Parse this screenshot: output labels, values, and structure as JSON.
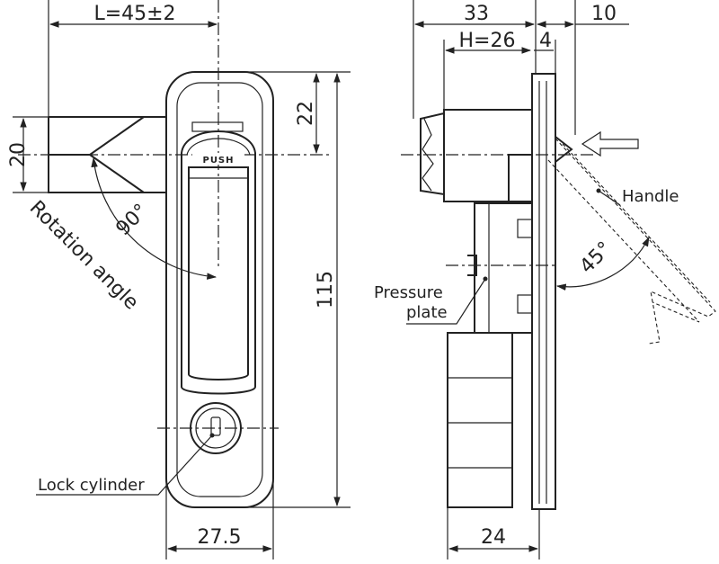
{
  "dimensions": {
    "length": "L=45±2",
    "height_top": "20",
    "handle_offset": "22",
    "total_height": "115",
    "front_width": "27.5",
    "side_depth": "33",
    "side_extra": "10",
    "hub_depth": "H=26",
    "panel_gap": "4",
    "base_width": "24"
  },
  "angles": {
    "rotation": "90°",
    "handle": "45°"
  },
  "labels": {
    "rotation_angle": "Rotation angle",
    "push": "PUSH",
    "lock_cylinder": "Lock cylinder",
    "handle": "Handle",
    "pressure": "Pressure",
    "plate": "plate"
  },
  "colors": {
    "line": "#222222",
    "background": "#ffffff"
  }
}
